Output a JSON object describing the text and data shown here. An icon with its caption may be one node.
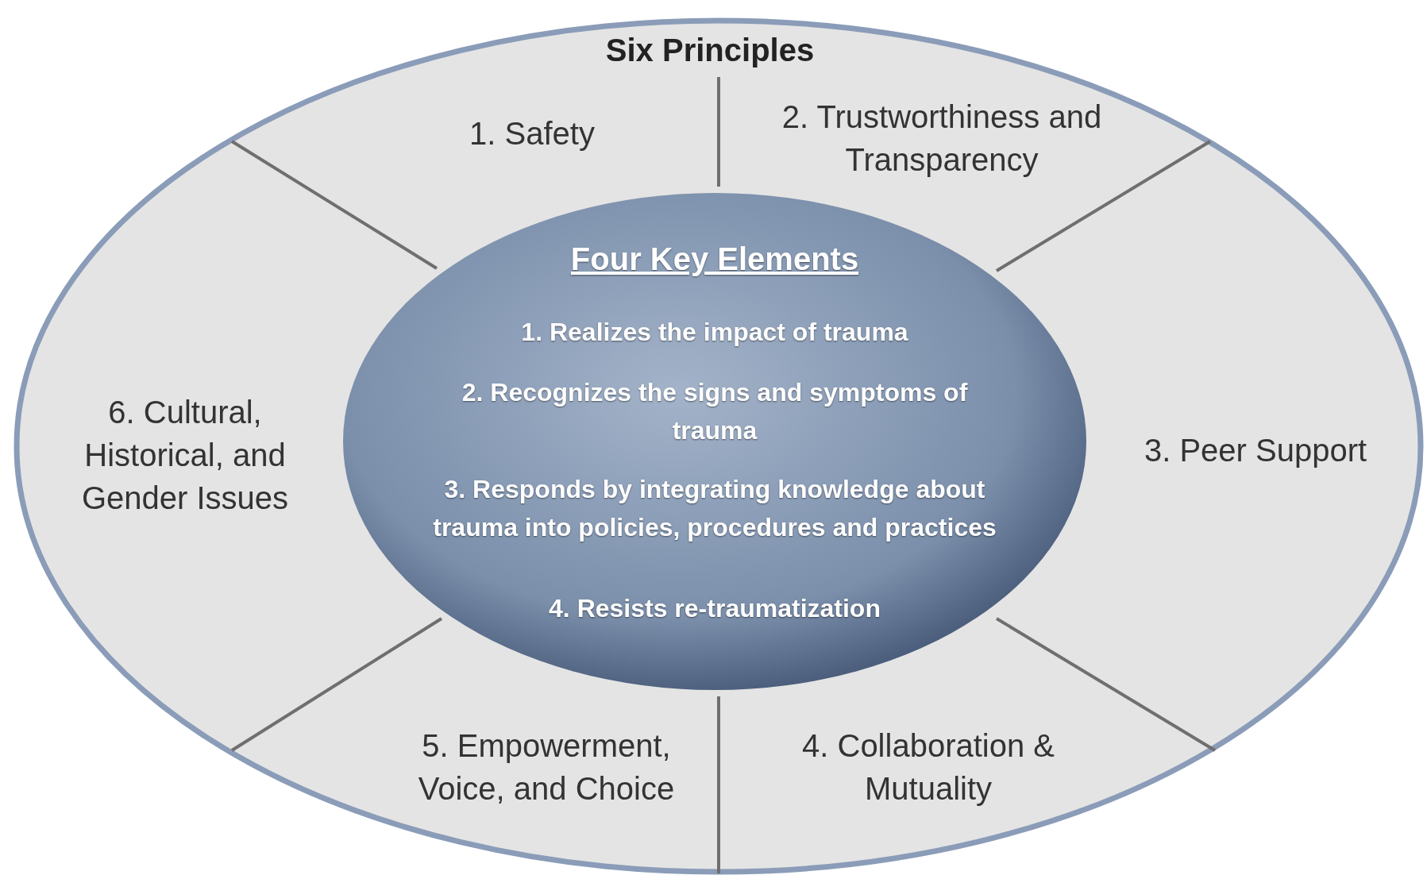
{
  "diagram": {
    "nodes": [
      {
        "text": [
          "Six Principles"
        ]
      },
      {
        "text": [
          "1. Safety"
        ],
        "in": 0
      },
      {
        "text": [
          "2. Trustworthiness and Transparency"
        ],
        "in": 0
      },
      {
        "text": [
          "3. Peer Support"
        ],
        "in": 0
      },
      {
        "text": [
          "4. Collaboration & Mutuality"
        ],
        "in": 0
      },
      {
        "text": [
          "5. Empowerment, Voice, and Choice"
        ],
        "in": 0
      },
      {
        "text": [
          "6. Cultural, Historical, and Gender Issues"
        ],
        "in": 0
      },
      {
        "text": [
          "Four Key Elements",
          "1. Realizes the impact of trauma",
          "2. Recognizes the signs and symptoms of trauma",
          "3. Responds by integrating knowledge about trauma into policies, procedures and practices",
          "4. Resists re-traumatization"
        ],
        "in": 0
      }
    ]
  }
}
